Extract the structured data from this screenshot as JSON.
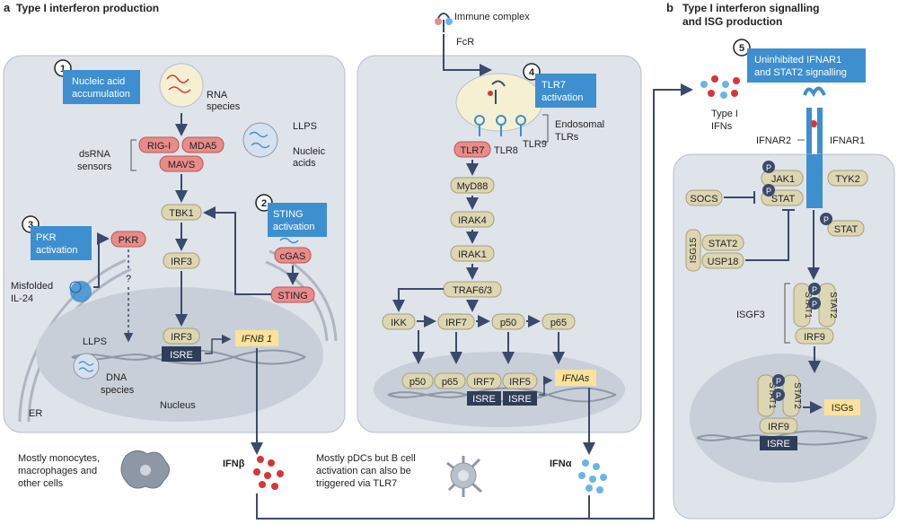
{
  "panel_a": {
    "letter": "a",
    "title": "Type I interferon production",
    "col1": {
      "step1_num": "1",
      "step1_label": [
        "Nucleic acid",
        "accumulation"
      ],
      "rna_label": [
        "RNA",
        "species"
      ],
      "llps_top": "LLPS",
      "nucleic_acids": [
        "Nucleic",
        "acids"
      ],
      "dsrna_label": [
        "dsRNA",
        "sensors"
      ],
      "rigi": "RIG-I",
      "mda5": "MDA5",
      "mavs": "MAVS",
      "tbk1": "TBK1",
      "irf3": "IRF3",
      "irf3_nuc": "IRF3",
      "isre": "ISRE",
      "ifnb1_gene": "IFNB 1",
      "step2_num": "2",
      "step2_label": [
        "STING",
        "activation"
      ],
      "cgas": "cGAS",
      "sting": "STING",
      "step3_num": "3",
      "step3_label": [
        "PKR",
        "activation"
      ],
      "pkr": "PKR",
      "question": "?",
      "misfolded": [
        "Misfolded",
        "IL-24"
      ],
      "llps_nuc": "LLPS",
      "dna_label": [
        "DNA",
        "species"
      ],
      "nucleus": "Nucleus",
      "er": "ER",
      "cells_note": [
        "Mostly monocytes,",
        "macrophages and",
        "other cells"
      ],
      "ifnb": "IFNβ"
    },
    "col2": {
      "immune_complex": "Immune complex",
      "fcr": "FcR",
      "step4_num": "4",
      "step4_label": [
        "TLR7",
        "activation"
      ],
      "endosomal": [
        "Endosomal",
        "TLRs"
      ],
      "tlr7": "TLR7",
      "tlr8": "TLR8",
      "tlr9": "TLR9",
      "myd88": "MyD88",
      "irak4": "IRAK4",
      "irak1": "IRAK1",
      "traf": "TRAF6/3",
      "ikk": "IKK",
      "irf7": "IRF7",
      "p50": "p50",
      "p65": "p65",
      "nuc_p50": "p50",
      "nuc_p65": "p65",
      "nuc_irf7": "IRF7",
      "nuc_irf5": "IRF5",
      "isre1": "ISRE",
      "isre2": "ISRE",
      "ifnas_gene": "IFNAs",
      "cells_note": [
        "Mostly pDCs but B cell",
        "activation can also be",
        "triggered via TLR7"
      ],
      "ifna": "IFNα"
    }
  },
  "panel_b": {
    "letter": "b",
    "title": [
      "Type I interferon signalling",
      "and ISG production"
    ],
    "step5_num": "5",
    "step5_label": [
      "Uninhibited IFNAR1",
      "and STAT2 signalling"
    ],
    "type1_ifns": [
      "Type I",
      "IFNs"
    ],
    "ifnar2": "IFNAR2",
    "ifnar1": "IFNAR1",
    "jak1": "JAK1",
    "tyk2": "TYK2",
    "socs": "SOCS",
    "stat_inner": "STAT",
    "stat_outer": "STAT",
    "isg15": "ISG15",
    "stat2": "STAT2",
    "usp18": "USP18",
    "isgf3": "ISGF3",
    "stat1": "STAT1",
    "stat2_c": "STAT2",
    "irf9": "IRF9",
    "stat1_nuc": "STAT1",
    "stat2_nuc": "STAT2",
    "irf9_nuc": "IRF9",
    "isre": "ISRE",
    "isgs": "ISGs",
    "p": "P"
  },
  "colors": {
    "cell_fill": "#dfe3ea",
    "nucleus_fill": "#c9cfd9",
    "step_box": "#3e8fcf",
    "red_protein": "#e88b8b",
    "tan_protein": "#ddd6b3",
    "gene_yellow": "#fbe29a",
    "arrow": "#3b4a6b",
    "isre_dark": "#2f3d57",
    "red_dot": "#d8343a",
    "blue_dot": "#6bb5e6"
  }
}
